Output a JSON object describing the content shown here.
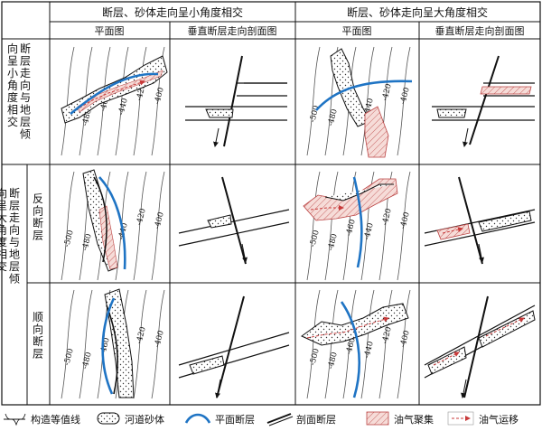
{
  "header": {
    "small_angle": "断层、砂体走向呈小角度相交",
    "large_angle": "断层、砂体走向呈大角度相交",
    "plan_view": "平面图",
    "section_view": "垂直断层走向剖面图"
  },
  "row_labels": {
    "row1": "断层走向与地层倾向呈小角度相交",
    "row_group": "断层走向与地层倾向呈大角度相交",
    "antithetic": "反向断层",
    "synthetic": "顺向断层"
  },
  "contour_labels": [
    "-500",
    "-480",
    "-460",
    "-440",
    "-420",
    "-400"
  ],
  "legend": {
    "contour": "构造等值线",
    "channel_sand": "河道砂体",
    "plan_fault": "平面断层",
    "section_fault": "剖面断层",
    "accumulation": "油气聚集",
    "migration": "油气运移"
  },
  "colors": {
    "fault_blue": "#1f74c4",
    "oil_red": "#c83a3a",
    "oil_fill": "#f3d9d6"
  }
}
